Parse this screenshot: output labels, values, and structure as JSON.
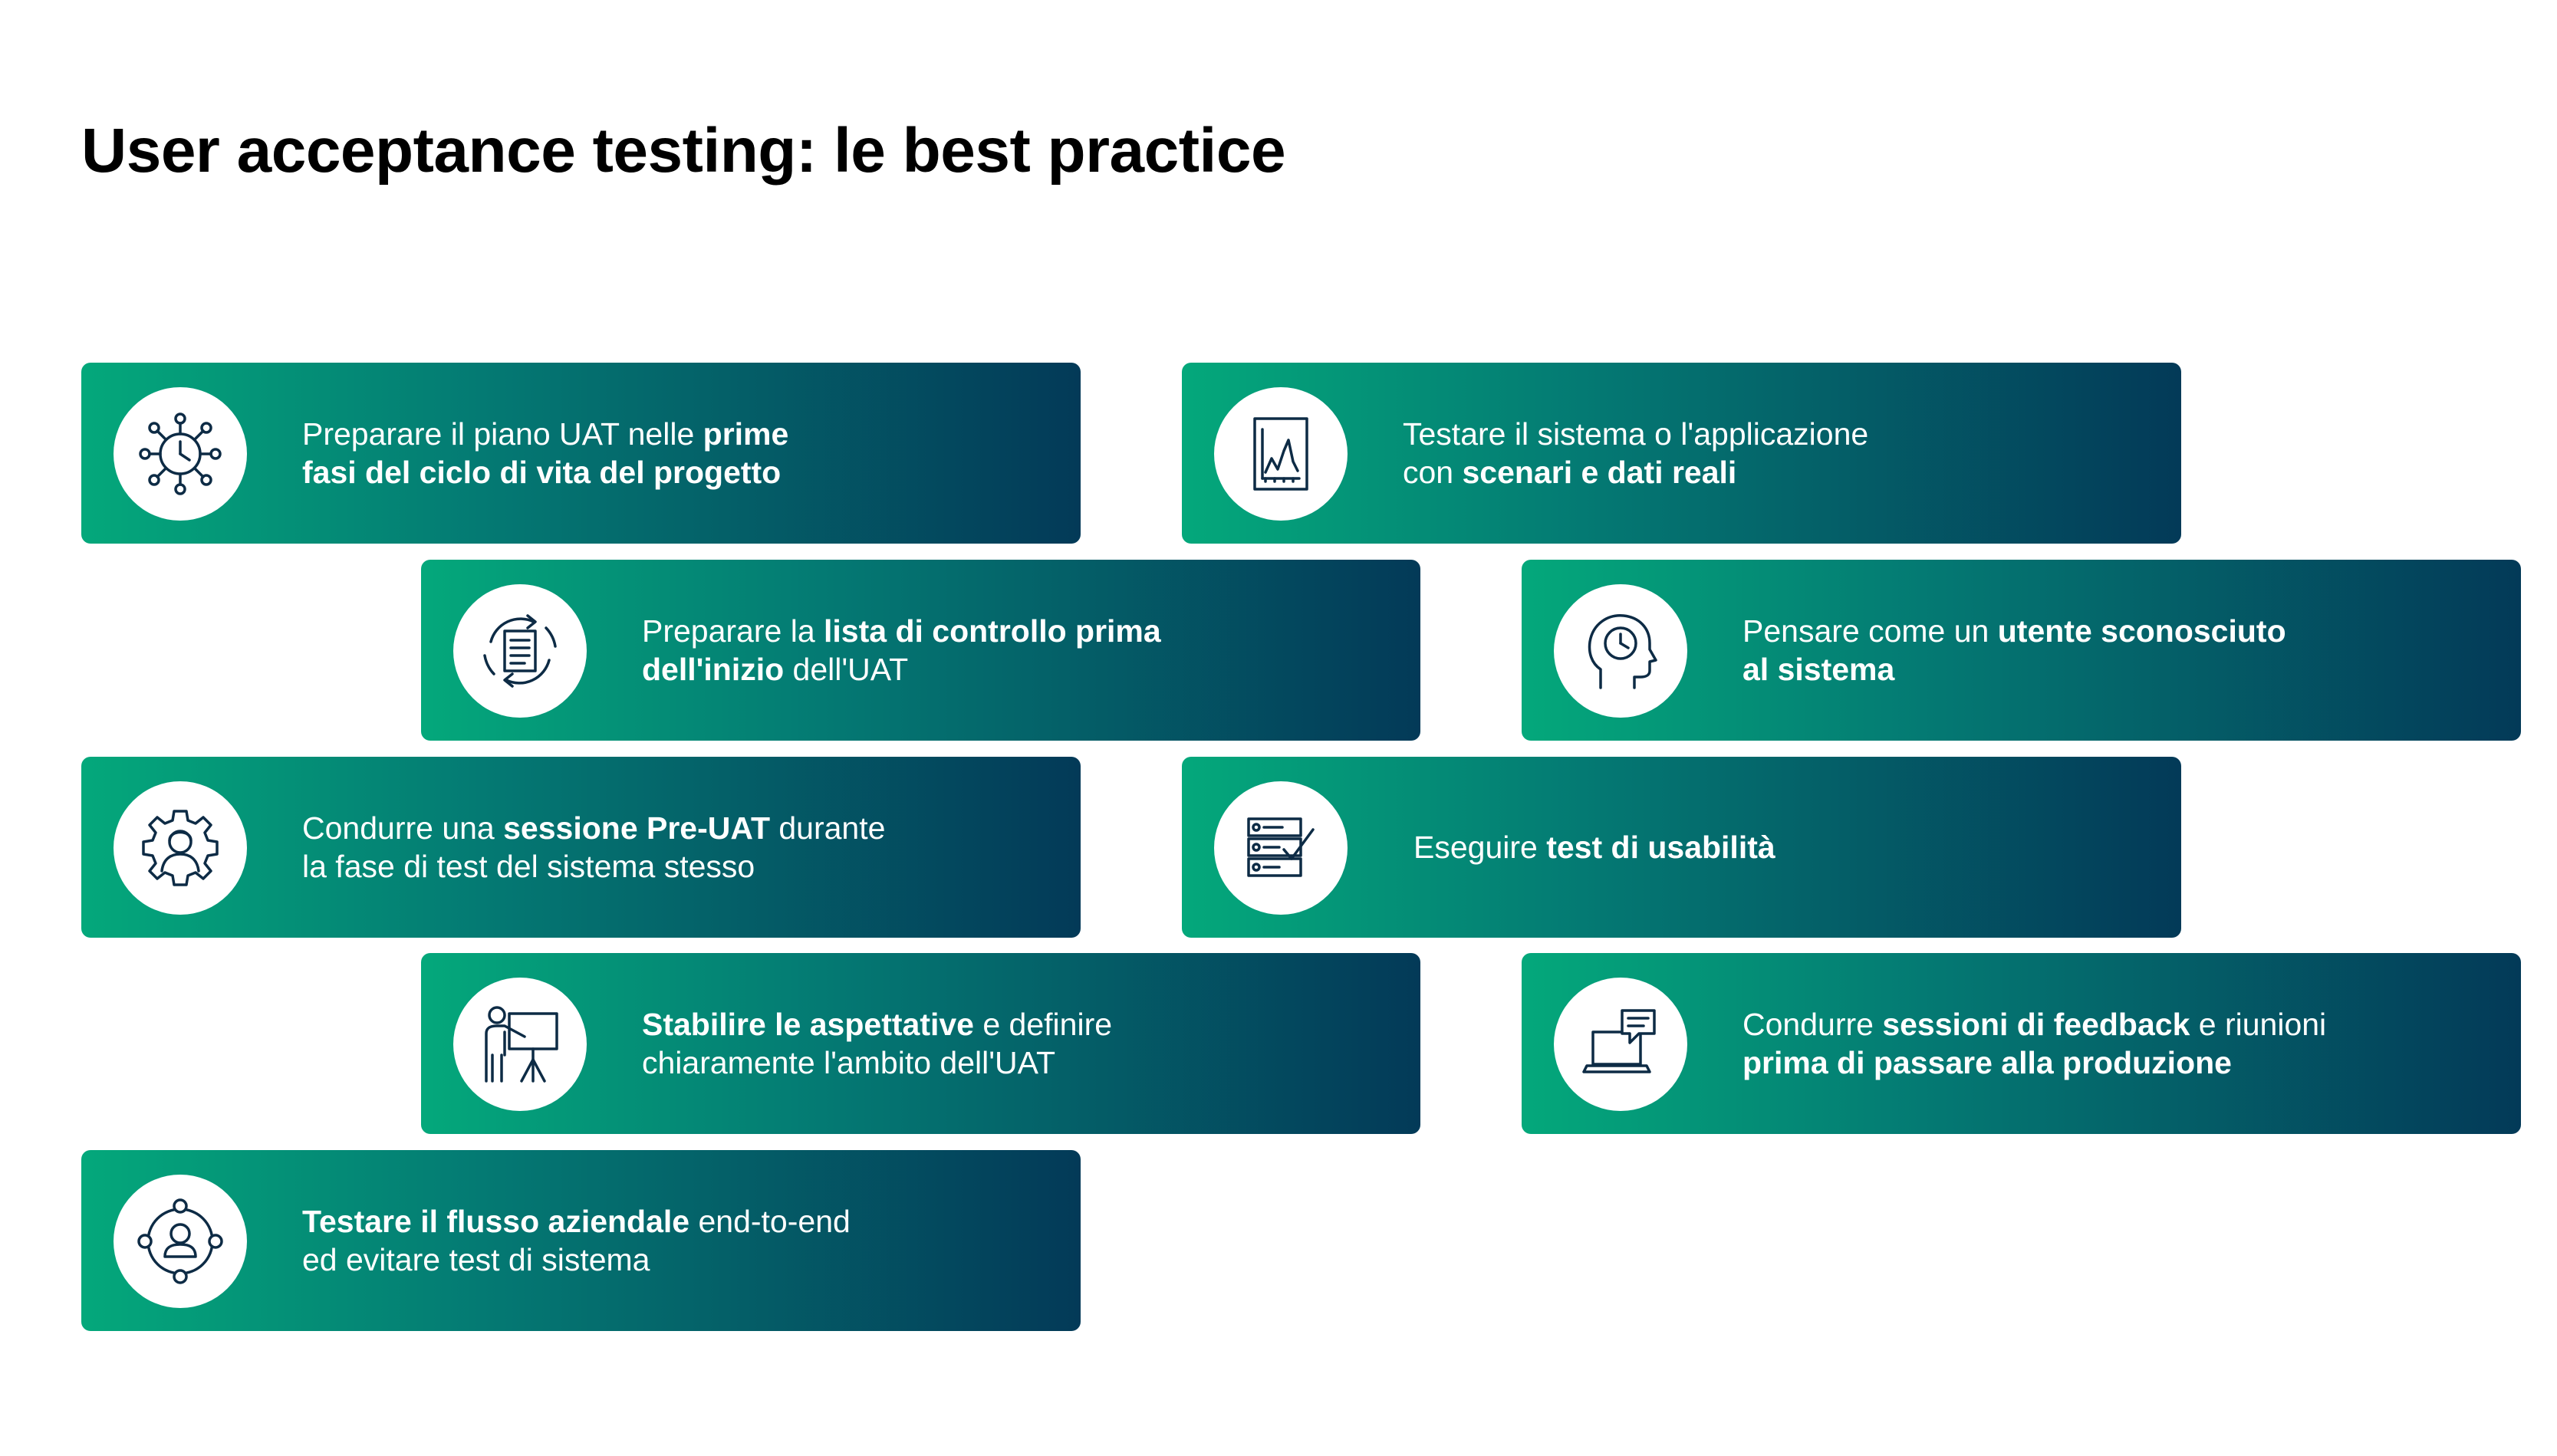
{
  "title": "User acceptance testing: le best practice",
  "cards": [
    {
      "icon": "clock-network-icon",
      "lines": [
        [
          {
            "t": "Preparare il piano UAT nelle ",
            "b": false
          },
          {
            "t": "prime",
            "b": true
          }
        ],
        [
          {
            "t": "fasi del ciclo di vita del progetto",
            "b": true
          }
        ]
      ]
    },
    {
      "icon": "chart-document-icon",
      "lines": [
        [
          {
            "t": "Testare il sistema o l'applicazione",
            "b": false
          }
        ],
        [
          {
            "t": "con ",
            "b": false
          },
          {
            "t": "scenari e dati reali",
            "b": true
          }
        ]
      ]
    },
    {
      "icon": "checklist-cycle-icon",
      "lines": [
        [
          {
            "t": "Preparare la ",
            "b": false
          },
          {
            "t": "lista di controllo prima",
            "b": true
          }
        ],
        [
          {
            "t": "dell'inizio",
            "b": true
          },
          {
            "t": " dell'UAT",
            "b": false
          }
        ]
      ]
    },
    {
      "icon": "head-clock-icon",
      "lines": [
        [
          {
            "t": "Pensare come un ",
            "b": false
          },
          {
            "t": "utente sconosciuto",
            "b": true
          }
        ],
        [
          {
            "t": "al sistema",
            "b": true
          }
        ]
      ]
    },
    {
      "icon": "gear-person-icon",
      "lines": [
        [
          {
            "t": "Condurre una ",
            "b": false
          },
          {
            "t": "sessione Pre-UAT",
            "b": true
          },
          {
            "t": " durante",
            "b": false
          }
        ],
        [
          {
            "t": "la fase di test del sistema stesso",
            "b": false
          }
        ]
      ]
    },
    {
      "icon": "checklist-icon",
      "lines": [
        [
          {
            "t": "Eseguire ",
            "b": false
          },
          {
            "t": "test di usabilità",
            "b": true
          }
        ]
      ]
    },
    {
      "icon": "presentation-icon",
      "lines": [
        [
          {
            "t": "Stabilire le aspettative",
            "b": true
          },
          {
            "t": " e definire",
            "b": false
          }
        ],
        [
          {
            "t": "chiaramente l'ambito dell'UAT",
            "b": false
          }
        ]
      ]
    },
    {
      "icon": "laptop-chat-icon",
      "lines": [
        [
          {
            "t": "Condurre ",
            "b": false
          },
          {
            "t": "sessioni di feedback",
            "b": true
          },
          {
            "t": " e riunioni",
            "b": false
          }
        ],
        [
          {
            "t": "prima di passare alla produzione",
            "b": true
          }
        ]
      ]
    },
    {
      "icon": "user-network-icon",
      "lines": [
        [
          {
            "t": "Testare il flusso aziendale",
            "b": true
          },
          {
            "t": " end-to-end",
            "b": false
          }
        ],
        [
          {
            "t": "ed evitare test di sistema",
            "b": false
          }
        ]
      ]
    }
  ],
  "colors": {
    "gradient_start": "#04a87b",
    "gradient_mid": "#047a73",
    "gradient_end": "#033a58",
    "icon_stroke": "#0d2b45",
    "title": "#000000"
  }
}
